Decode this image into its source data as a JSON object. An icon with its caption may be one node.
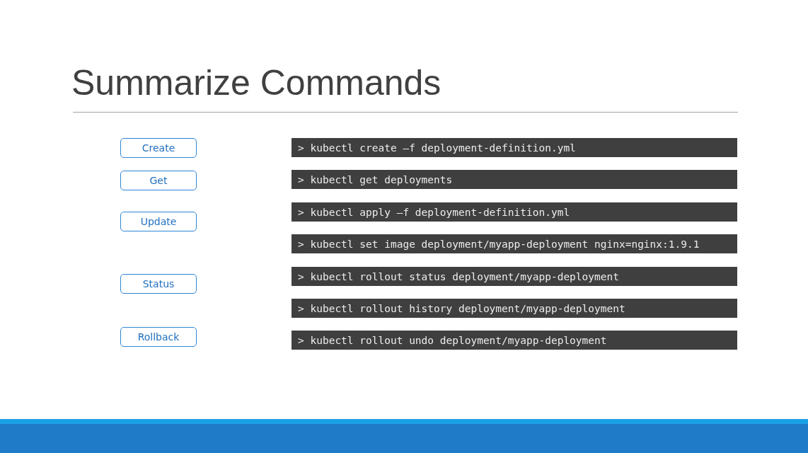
{
  "diagram": {
    "title": "Summarize Commands",
    "nodes": [
      {
        "text": [
          "Create"
        ]
      },
      {
        "text": [
          "> kubectl create –f deployment-definition.yml"
        ]
      },
      {
        "text": [
          "Get"
        ]
      },
      {
        "text": [
          "> kubectl get deployments"
        ]
      },
      {
        "text": [
          "Update"
        ]
      },
      {
        "text": [
          "> kubectl apply –f deployment-definition.yml"
        ]
      },
      {
        "text": [
          "> kubectl set image deployment/myapp-deployment nginx=nginx:1.9.1"
        ]
      },
      {
        "text": [
          "Status"
        ]
      },
      {
        "text": [
          "> kubectl rollout status deployment/myapp-deployment"
        ]
      },
      {
        "text": [
          "> kubectl rollout history deployment/myapp-deployment"
        ]
      },
      {
        "text": [
          "Rollback"
        ]
      },
      {
        "text": [
          "> kubectl rollout undo deployment/myapp-deployment"
        ]
      }
    ],
    "edges": []
  }
}
